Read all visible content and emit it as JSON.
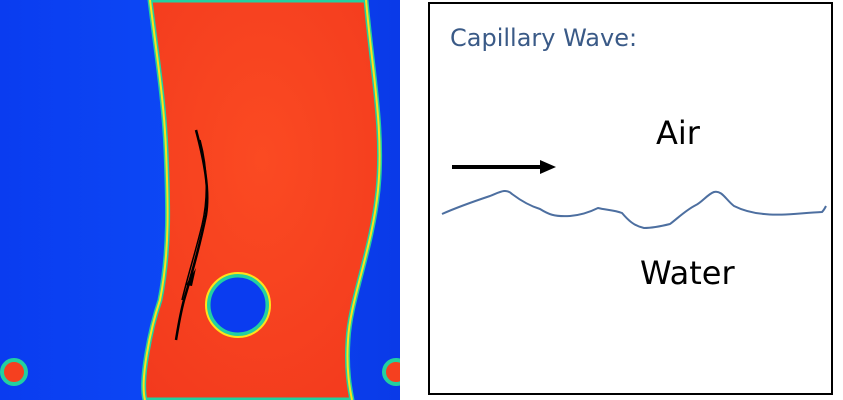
{
  "simulation": {
    "colors": {
      "water": "#0a3cf0",
      "air": "#f5401f",
      "interface_inner": "#ffe21a",
      "interface_outer": "#22d0a0",
      "track": "#000000"
    }
  },
  "schematic": {
    "title": "Capillary Wave:",
    "upper_label": "Air",
    "lower_label": "Water",
    "colors": {
      "wave": "#4d6fa0",
      "arrow": "#000000",
      "title": "#3a5a87",
      "border": "#000000"
    },
    "icons": {
      "flow_arrow": "right-arrow-icon"
    }
  }
}
